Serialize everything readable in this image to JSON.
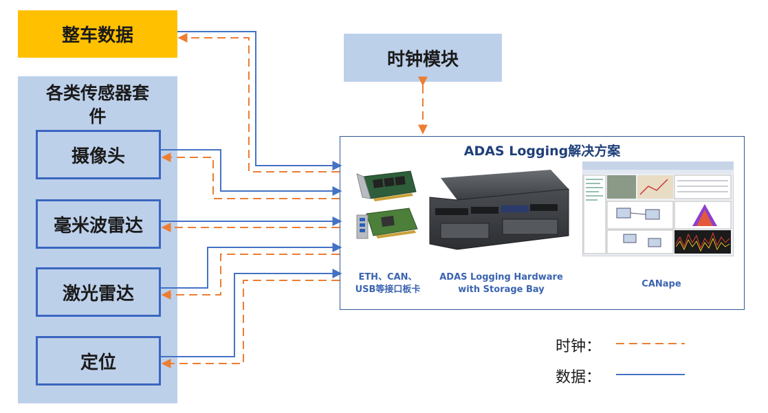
{
  "blocks": {
    "vehicle_data": "整车数据",
    "clock_module": "时钟模块",
    "sensor_suite_line1": "各类传感器套",
    "sensor_suite_line2": "件",
    "camera": "摄像头",
    "mmwave_radar": "毫米波雷达",
    "lidar": "激光雷达",
    "positioning": "定位"
  },
  "solution": {
    "title": "ADAS Logging解决方案",
    "card_caption_line1": "ETH、CAN、",
    "card_caption_line2": "USB等接口板卡",
    "hardware_caption_line1": "ADAS Logging Hardware",
    "hardware_caption_line2": "with Storage Bay",
    "software_caption": "CANape"
  },
  "legend": {
    "clock_label": "时钟：",
    "data_label": "数据："
  },
  "colors": {
    "data_line": "#4472c4",
    "clock_line": "#ed7d31",
    "vehicle_fill": "#ffc000",
    "block_fill": "#bdd0ea",
    "sensor_border": "#3a66c0"
  }
}
